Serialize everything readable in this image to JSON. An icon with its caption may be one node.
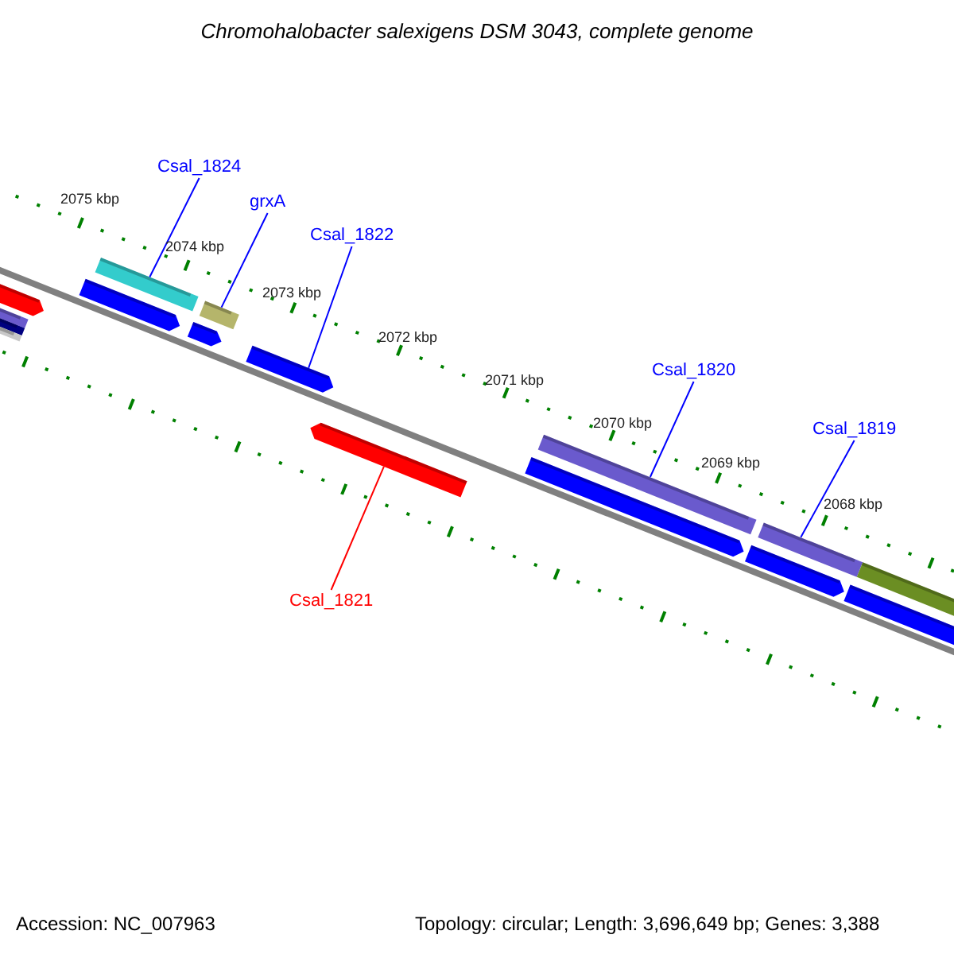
{
  "diagram": {
    "title": "Chromohalobacter salexigens DSM 3043, complete genome",
    "nodes": [
      {
        "text": [
          "Csal_1824"
        ]
      },
      {
        "text": [
          "grxA"
        ]
      },
      {
        "text": [
          "Csal_1822"
        ]
      },
      {
        "text": [
          "Csal_1820"
        ]
      },
      {
        "text": [
          "Csal_1819"
        ]
      },
      {
        "text": [
          "Csal_1821"
        ]
      },
      {
        "text": [],
        "shape": "bar"
      },
      {
        "text": [],
        "shape": "bar"
      },
      {
        "text": [],
        "shape": "bar"
      },
      {
        "text": [],
        "shape": "bar"
      },
      {
        "text": [],
        "shape": "bar"
      },
      {
        "text": [],
        "shape": "bar"
      }
    ],
    "edges": [
      {
        "from": 0,
        "to": 6,
        "arrow": "none"
      },
      {
        "from": 1,
        "to": 7,
        "arrow": "none"
      },
      {
        "from": 2,
        "to": 8,
        "arrow": "none"
      },
      {
        "from": 3,
        "to": 9,
        "arrow": "none"
      },
      {
        "from": 4,
        "to": 10,
        "arrow": "none"
      },
      {
        "from": 5,
        "to": 11,
        "arrow": "none",
        "color": "#ff0000"
      }
    ],
    "labels": [
      "2075 kbp",
      "2074 kbp",
      "2073 kbp",
      "2072 kbp",
      "2071 kbp",
      "2070 kbp",
      "2069 kbp",
      "2068 kbp",
      "Accession: NC_007963",
      "Topology: circular; Length: 3,696,649 bp; Genes: 3,388"
    ]
  }
}
